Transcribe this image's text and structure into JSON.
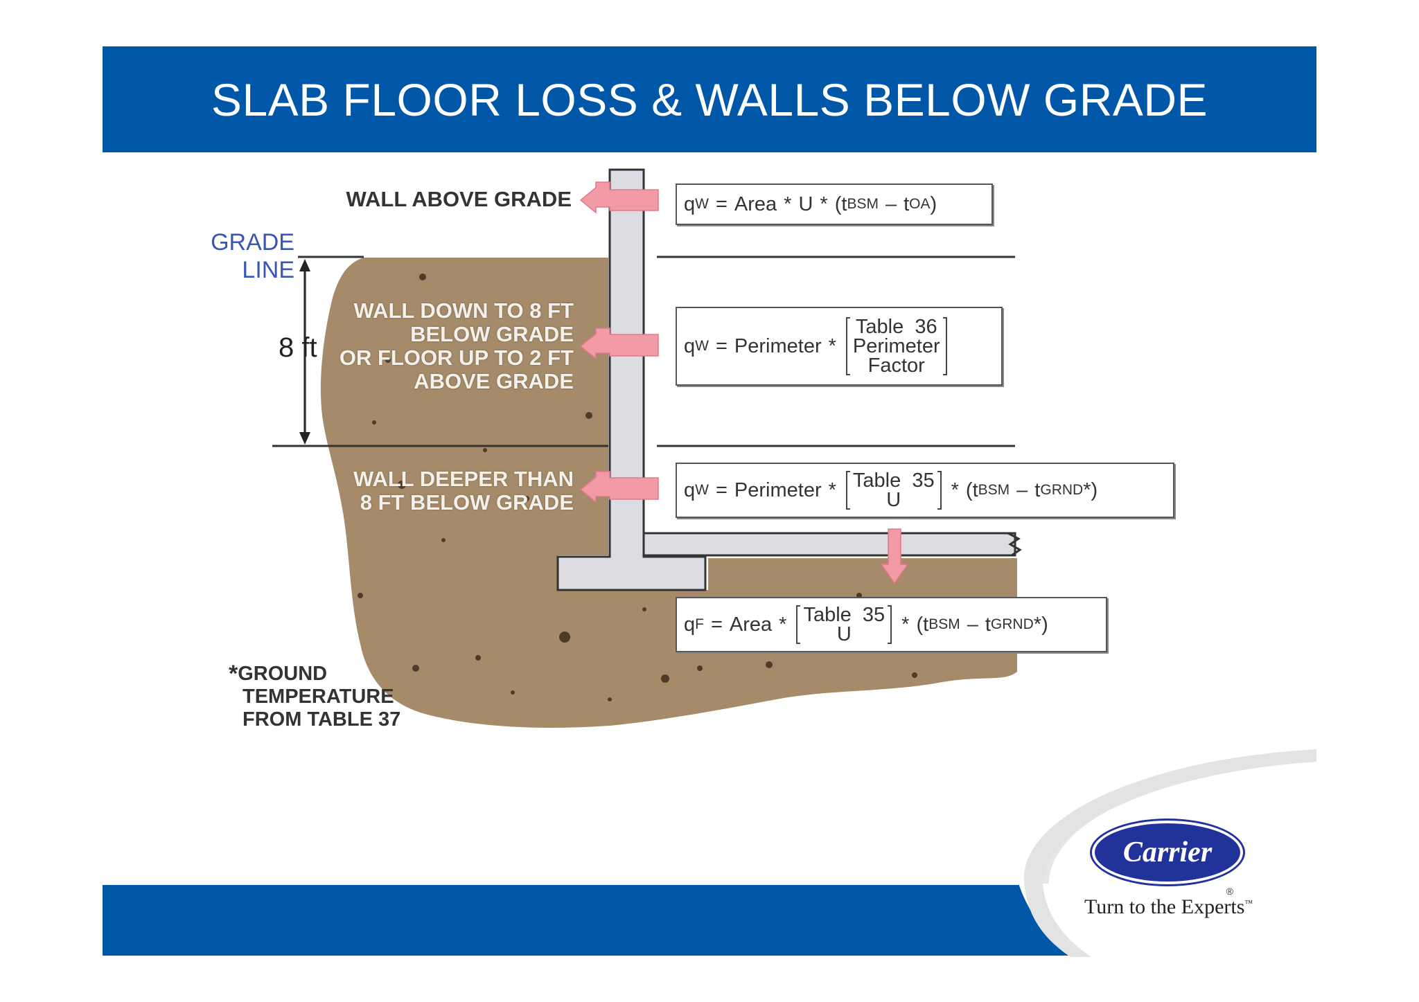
{
  "title": "SLAB FLOOR LOSS & WALLS BELOW GRADE",
  "labels": {
    "wall_above_grade": "WALL ABOVE GRADE",
    "grade": "GRADE",
    "line": "LINE",
    "dimension": "8 ft",
    "wall_down_1": "WALL DOWN TO 8 FT",
    "wall_down_2": "BELOW GRADE",
    "wall_down_3": "OR FLOOR UP TO 2 FT",
    "wall_down_4": "ABOVE GRADE",
    "wall_deeper_1": "WALL DEEPER THAN",
    "wall_deeper_2": "8 FT BELOW GRADE"
  },
  "footnote": {
    "star": "*",
    "line1": "GROUND",
    "line2": "TEMPERATURE",
    "line3": "FROM TABLE 37"
  },
  "equations": {
    "eq1": {
      "q": "q",
      "q_sub": "W",
      "eq": "=",
      "term": "Area",
      "mul1": "*",
      "u": "U",
      "mul2": "*",
      "open": "(",
      "t1": "t",
      "t1_sub": "BSM",
      "minus": "–",
      "t2": "t",
      "t2_sub": "OA",
      "close": ")"
    },
    "eq2": {
      "q": "q",
      "q_sub": "W",
      "eq": "=",
      "term": "Perimeter",
      "mul1": "*",
      "b_line1": "Table  36",
      "b_line2": "Perimeter",
      "b_line3": "Factor"
    },
    "eq3": {
      "q": "q",
      "q_sub": "W",
      "eq": "=",
      "term": "Perimeter",
      "mul1": "*",
      "b_line1": "Table  35",
      "b_line2": "U",
      "mul2": "*",
      "open": "(",
      "t1": "t",
      "t1_sub": "BSM",
      "minus": "–",
      "t2": "t",
      "t2_sub": "GRND",
      "t2_star": "*",
      "close": ")"
    },
    "eq4": {
      "q": "q",
      "q_sub": "F",
      "eq": "=",
      "term": "Area",
      "mul1": "*",
      "b_line1": "Table  35",
      "b_line2": "U",
      "mul2": "*",
      "open": "(",
      "t1": "t",
      "t1_sub": "BSM",
      "minus": "–",
      "t2": "t",
      "t2_sub": "GRND",
      "t2_star": "*",
      "close": ")"
    }
  },
  "logo": {
    "name": "Carrier",
    "registered": "®",
    "tagline": "Turn to the Experts",
    "tagline_mark": "™"
  },
  "colors": {
    "brand_blue": "#0057a8",
    "soil": "#a58b69",
    "concrete": "#dcdde3",
    "arrow": "#f29aa6",
    "grade_text": "#3a56b5",
    "logo_blue": "#21329a"
  }
}
